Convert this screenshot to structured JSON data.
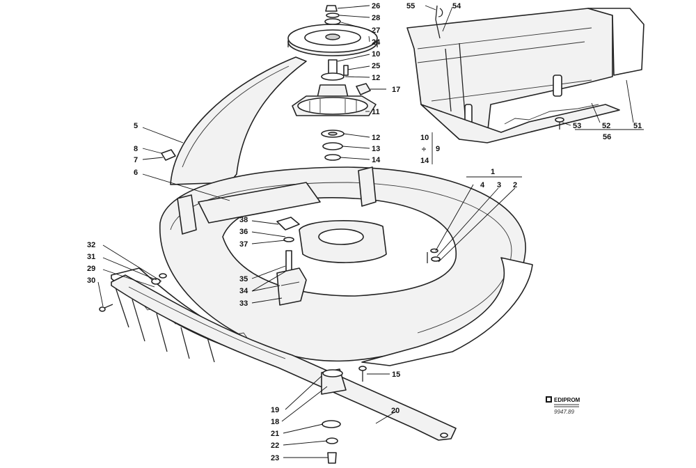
{
  "labels": [
    {
      "id": "l26",
      "text": "26"
    },
    {
      "id": "l28",
      "text": "28"
    },
    {
      "id": "l27",
      "text": "27"
    },
    {
      "id": "l24",
      "text": "24"
    },
    {
      "id": "l10",
      "text": "10"
    },
    {
      "id": "l25",
      "text": "25"
    },
    {
      "id": "l12a",
      "text": "12"
    },
    {
      "id": "l17",
      "text": "17"
    },
    {
      "id": "l11",
      "text": "11"
    },
    {
      "id": "l12b",
      "text": "12"
    },
    {
      "id": "l13",
      "text": "13"
    },
    {
      "id": "l14",
      "text": "14"
    },
    {
      "id": "l55",
      "text": "55"
    },
    {
      "id": "l54",
      "text": "54"
    },
    {
      "id": "l53",
      "text": "53"
    },
    {
      "id": "l52",
      "text": "52"
    },
    {
      "id": "l51",
      "text": "51"
    },
    {
      "id": "l56",
      "text": "56"
    },
    {
      "id": "l5",
      "text": "5"
    },
    {
      "id": "l8",
      "text": "8"
    },
    {
      "id": "l7",
      "text": "7"
    },
    {
      "id": "l6",
      "text": "6"
    },
    {
      "id": "l1",
      "text": "1"
    },
    {
      "id": "l4",
      "text": "4"
    },
    {
      "id": "l3",
      "text": "3"
    },
    {
      "id": "l2",
      "text": "2"
    },
    {
      "id": "l38",
      "text": "38"
    },
    {
      "id": "l36",
      "text": "36"
    },
    {
      "id": "l37",
      "text": "37"
    },
    {
      "id": "l35",
      "text": "35"
    },
    {
      "id": "l34",
      "text": "34"
    },
    {
      "id": "l33",
      "text": "33"
    },
    {
      "id": "l32",
      "text": "32"
    },
    {
      "id": "l31",
      "text": "31"
    },
    {
      "id": "l29",
      "text": "29"
    },
    {
      "id": "l30",
      "text": "30"
    },
    {
      "id": "l15",
      "text": "15"
    },
    {
      "id": "l19",
      "text": "19"
    },
    {
      "id": "l18",
      "text": "18"
    },
    {
      "id": "l20",
      "text": "20"
    },
    {
      "id": "l21",
      "text": "21"
    },
    {
      "id": "l22",
      "text": "22"
    },
    {
      "id": "l23",
      "text": "23"
    }
  ],
  "range_group": {
    "from": "10",
    "divider": "÷",
    "to": "14",
    "ref": "9"
  },
  "logo": {
    "brand": "EDIPROM",
    "code": "9947.89"
  },
  "colors": {
    "line": "#222222",
    "fill": "#f2f2f2",
    "background": "#ffffff"
  }
}
